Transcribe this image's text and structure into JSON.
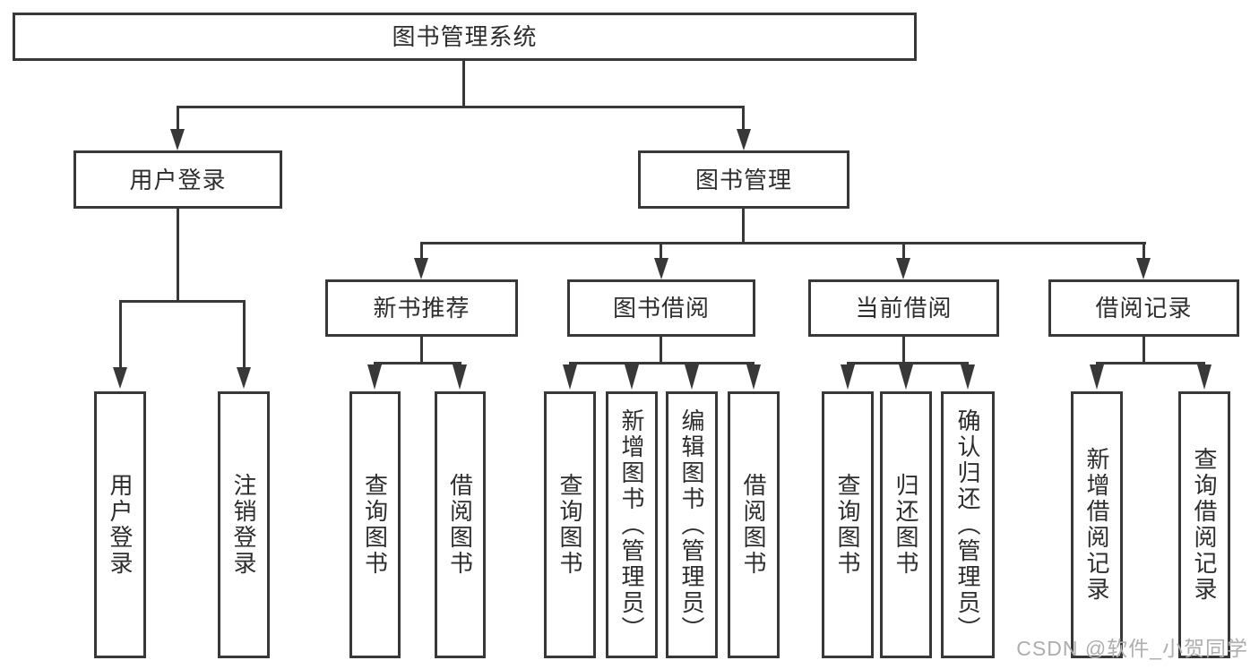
{
  "diagram_title": "图书管理系统",
  "watermark": "CSDN @软件_小贺同学",
  "colors": {
    "line": "#383838",
    "text": "#2d2d2d",
    "background": "#ffffff",
    "watermark": "#aeaeb0"
  },
  "tree": {
    "label": "图书管理系统",
    "children": [
      {
        "label": "用户登录",
        "children": [
          {
            "label": "用户登录"
          },
          {
            "label": "注销登录"
          }
        ]
      },
      {
        "label": "图书管理",
        "children": [
          {
            "label": "新书推荐",
            "children": [
              {
                "label": "查询图书"
              },
              {
                "label": "借阅图书"
              }
            ]
          },
          {
            "label": "图书借阅",
            "children": [
              {
                "label": "查询图书"
              },
              {
                "label": "新增图书（管理员）"
              },
              {
                "label": "编辑图书（管理员）"
              },
              {
                "label": "借阅图书"
              }
            ]
          },
          {
            "label": "当前借阅",
            "children": [
              {
                "label": "查询图书"
              },
              {
                "label": "归还图书"
              },
              {
                "label": "确认归还（管理员）"
              }
            ]
          },
          {
            "label": "借阅记录",
            "children": [
              {
                "label": "新增借阅记录"
              },
              {
                "label": "查询借阅记录"
              }
            ]
          }
        ]
      }
    ]
  }
}
